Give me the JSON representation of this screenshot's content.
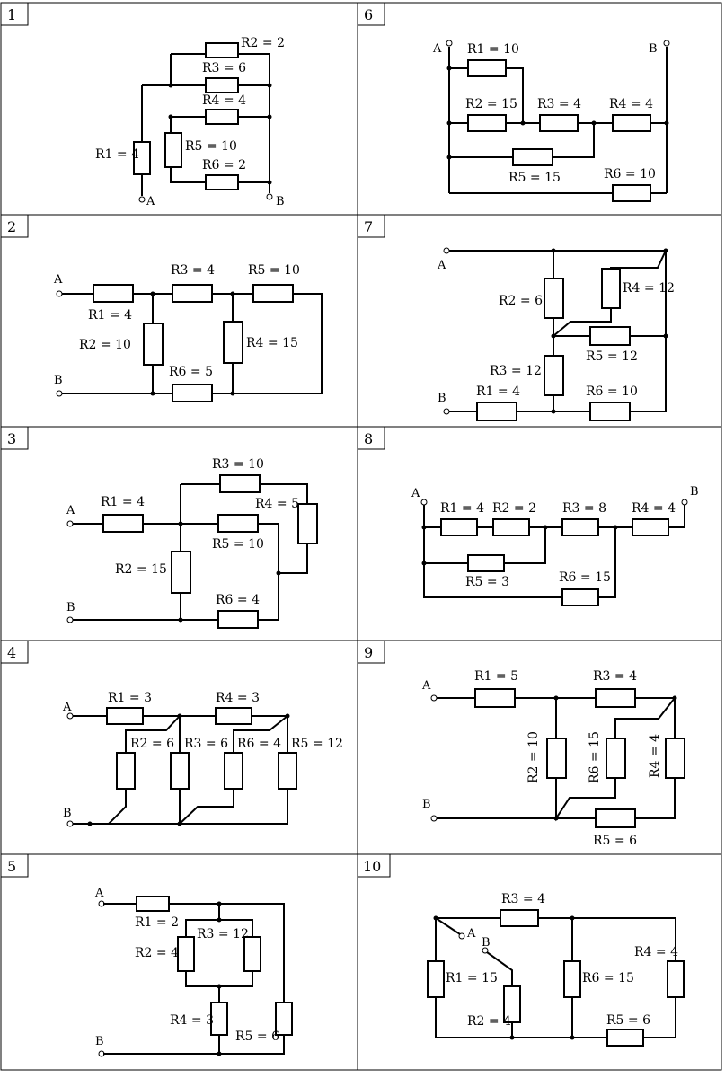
{
  "panels": [
    {
      "number": "1",
      "terminals": [
        "A",
        "B"
      ],
      "labels": [
        "R1 = 4",
        "R2 = 2",
        "R3 = 6",
        "R4 = 4",
        "R5 = 10",
        "R6 = 2"
      ]
    },
    {
      "number": "2",
      "terminals": [
        "A",
        "B"
      ],
      "labels": [
        "R1 = 4",
        "R2 = 10",
        "R3 = 4",
        "R4 = 15",
        "R5 = 10",
        "R6 = 5"
      ]
    },
    {
      "number": "3",
      "terminals": [
        "A",
        "B"
      ],
      "labels": [
        "R1 = 4",
        "R2 = 15",
        "R3 = 10",
        "R4 = 5",
        "R5 = 10",
        "R6 = 4"
      ]
    },
    {
      "number": "4",
      "terminals": [
        "A",
        "B"
      ],
      "labels": [
        "R1 = 3",
        "R2 = 6",
        "R3 = 6",
        "R4 = 3",
        "R5 = 12",
        "R6 = 4"
      ]
    },
    {
      "number": "5",
      "terminals": [
        "A",
        "B"
      ],
      "labels": [
        "R1 = 2",
        "R2 = 4",
        "R3 = 12",
        "R4 = 3",
        "R5 = 6"
      ]
    },
    {
      "number": "6",
      "terminals": [
        "A",
        "B"
      ],
      "labels": [
        "R1 = 10",
        "R2 = 15",
        "R3 = 4",
        "R4 = 4",
        "R5 = 15",
        "R6 = 10"
      ]
    },
    {
      "number": "7",
      "terminals": [
        "A",
        "B"
      ],
      "labels": [
        "R1 = 4",
        "R2 = 6",
        "R3 = 12",
        "R4 = 12",
        "R5 = 12",
        "R6 = 10"
      ]
    },
    {
      "number": "8",
      "terminals": [
        "A",
        "B"
      ],
      "labels": [
        "R1 = 4",
        "R2 = 2",
        "R3 = 8",
        "R4 = 4",
        "R5 = 3",
        "R6 = 15"
      ]
    },
    {
      "number": "9",
      "terminals": [
        "A",
        "B"
      ],
      "labels": [
        "R1 = 5",
        "R2 = 10",
        "R3 = 4",
        "R4 = 4",
        "R5 = 6",
        "R6 = 15"
      ]
    },
    {
      "number": "10",
      "terminals": [
        "A",
        "B"
      ],
      "labels": [
        "R1 = 15",
        "R2 = 4",
        "R3 = 4",
        "R4 = 4",
        "R5 = 6",
        "R6 = 15"
      ]
    }
  ]
}
